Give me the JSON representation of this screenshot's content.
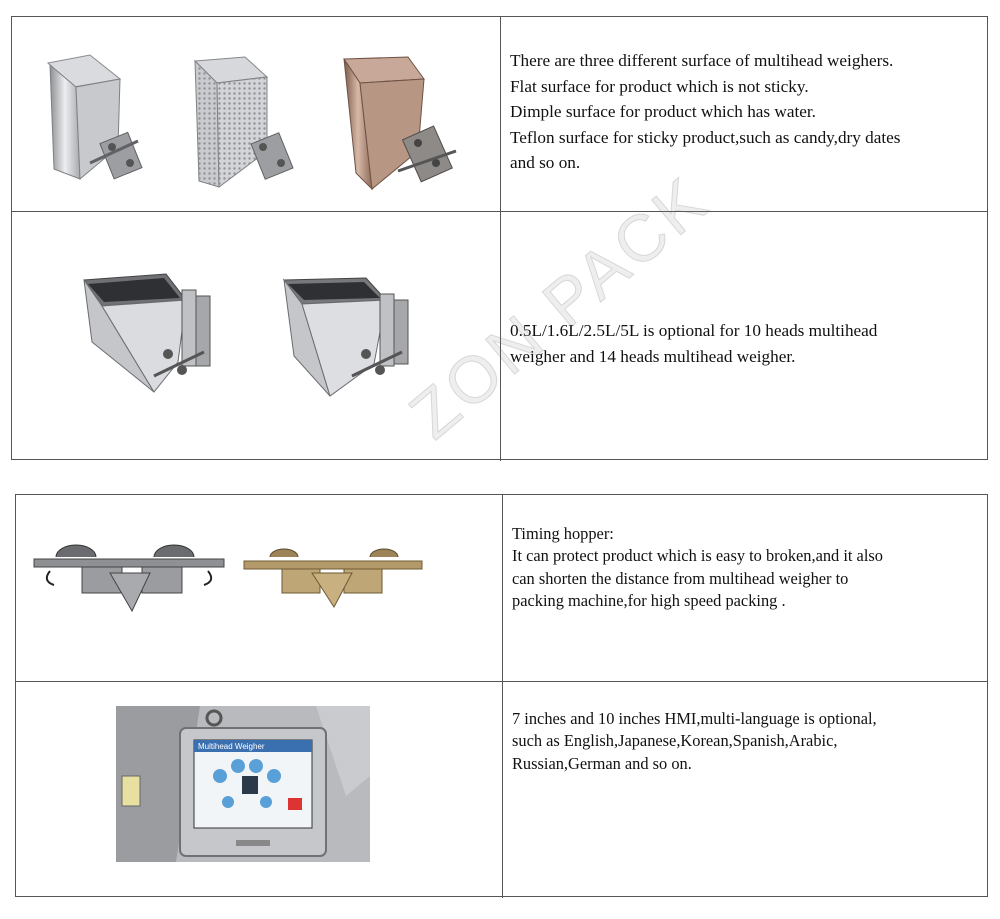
{
  "watermark": "ZON PACK",
  "table1": {
    "row1": {
      "images": [
        "flat-surface-hopper",
        "dimple-surface-hopper",
        "teflon-surface-hopper"
      ],
      "lines": [
        "There are three different surface of multihead weighers.",
        "Flat surface for product which is not sticky.",
        "Dimple surface for product which has water.",
        "Teflon surface for sticky product,such as candy,dry dates",
        "and so on."
      ]
    },
    "row2": {
      "images": [
        "large-hopper",
        "small-hopper"
      ],
      "lines": [
        "0.5L/1.6L/2.5L/5L is optional for 10 heads multihead",
        "weigher and 14 heads multihead weigher."
      ]
    }
  },
  "table2": {
    "row1": {
      "images": [
        "timing-hopper-steel",
        "timing-hopper-gold"
      ],
      "lines": [
        "Timing hopper:",
        "It can protect product which is easy to broken,and it also",
        "can shorten the distance from multihead weigher to",
        "packing machine,for high speed packing ."
      ]
    },
    "row2": {
      "images": [
        "hmi-touch-screen"
      ],
      "screen_title": "Multihead Weigher",
      "lines": [
        "7 inches and 10 inches  HMI,multi-language is optional,",
        "such as English,Japanese,Korean,Spanish,Arabic,",
        "Russian,German and so on."
      ]
    }
  }
}
